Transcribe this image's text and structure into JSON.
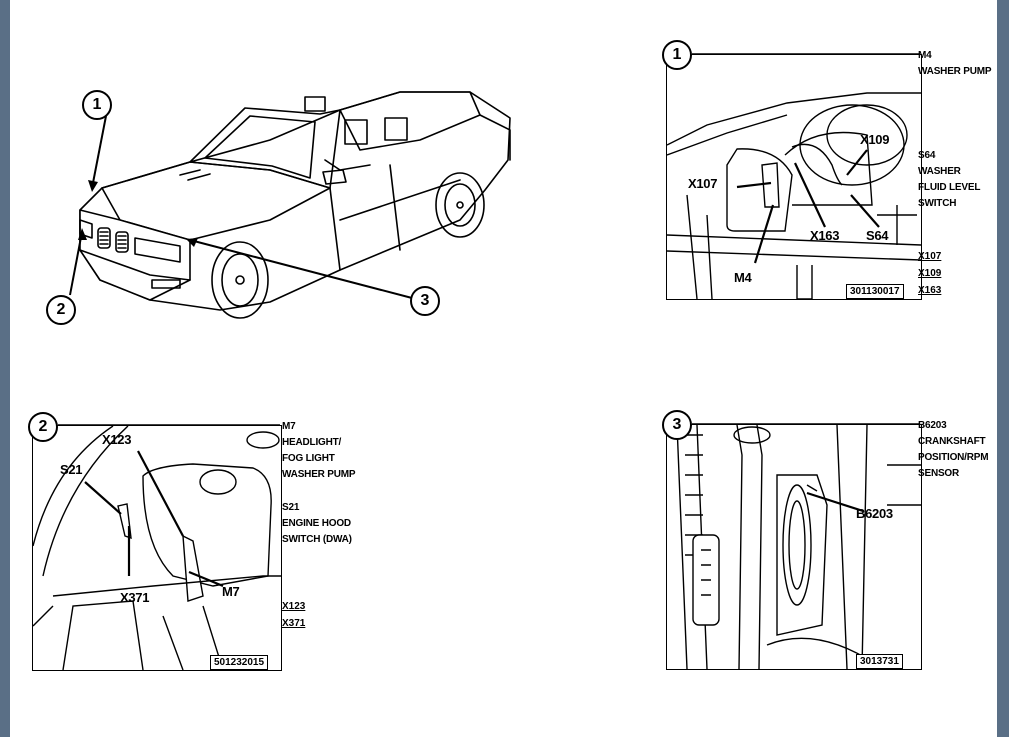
{
  "car": {
    "callouts": [
      "1",
      "2",
      "3"
    ]
  },
  "panel1": {
    "number": "1",
    "component_labels": [
      "M4",
      "WASHER PUMP",
      "S64",
      "WASHER",
      "FLUID LEVEL",
      "SWITCH"
    ],
    "connectors": [
      "X107",
      "X109",
      "X163"
    ],
    "callouts": {
      "x107": "X107",
      "x109": "X109",
      "x163": "X163",
      "s64": "S64",
      "m4": "M4"
    },
    "code": "301130017"
  },
  "panel2": {
    "number": "2",
    "component_labels": [
      "M7",
      "HEADLIGHT/",
      "FOG LIGHT",
      "WASHER PUMP",
      "S21",
      "ENGINE HOOD",
      "SWITCH (DWA)"
    ],
    "connectors": [
      "X123",
      "X371"
    ],
    "callouts": {
      "x123": "X123",
      "s21": "S21",
      "x371": "X371",
      "m7": "M7"
    },
    "code": "501232015"
  },
  "panel3": {
    "number": "3",
    "component_labels": [
      "B6203",
      "CRANKSHAFT",
      "POSITION/RPM",
      "SENSOR"
    ],
    "callouts": {
      "b6203": "B6203"
    },
    "code": "3013731"
  },
  "colors": {
    "frame": "#5a6f86",
    "page": "#ffffff",
    "ink": "#000000"
  }
}
